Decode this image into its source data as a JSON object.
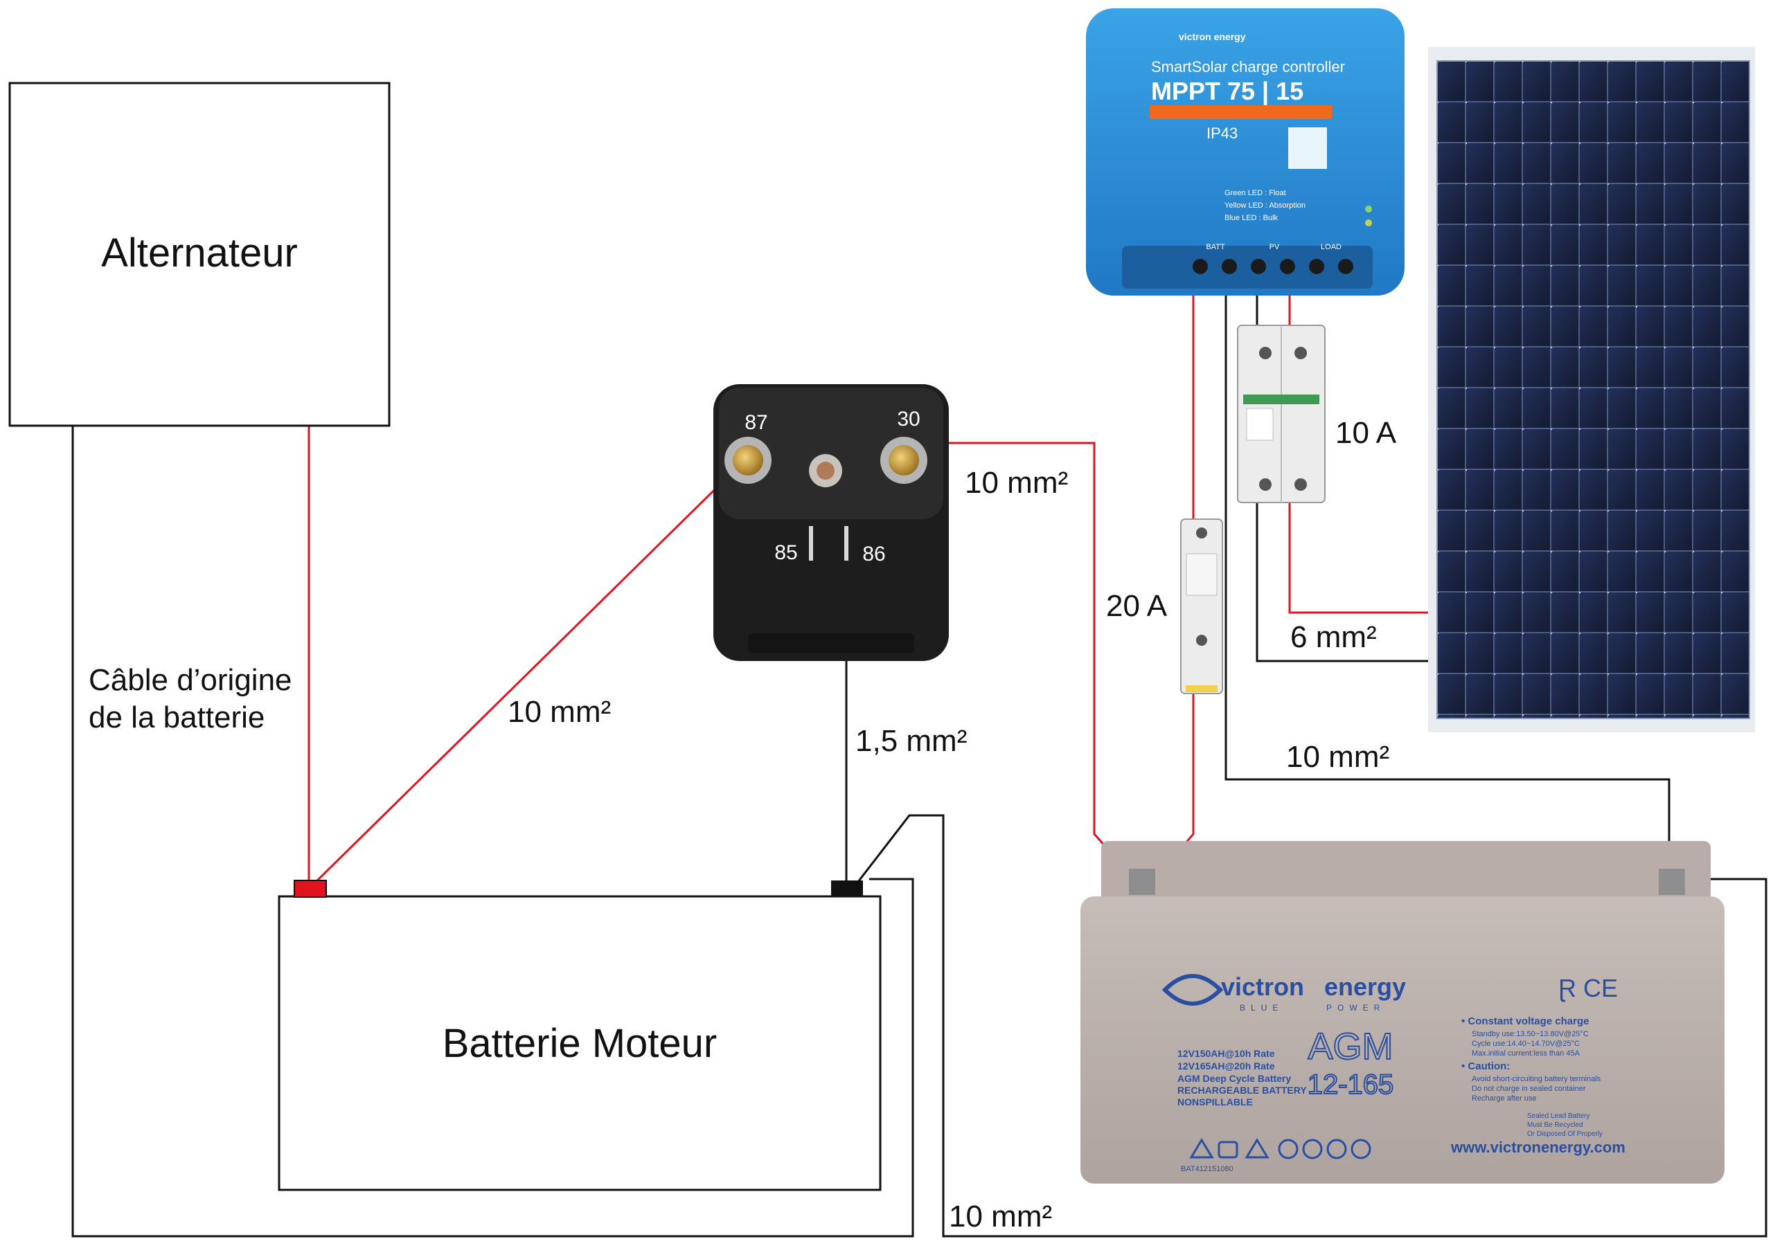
{
  "boxes": {
    "alternator": "Alternateur",
    "engine_battery": "Batterie Moteur"
  },
  "relay": {
    "terminal_87": "87",
    "terminal_30": "30",
    "terminal_85": "85",
    "terminal_86": "86"
  },
  "cables": {
    "relay_30_to_agm": "10 mm²",
    "relay_87_to_engine": "10 mm²",
    "relay_86_to_ground": "1,5 mm²",
    "origin_cable_line1": "Câble d’origine",
    "origin_cable_line2": "de la batterie",
    "ground_return": "10 mm²",
    "controller_to_panel": "6 mm²",
    "controller_neg_to_agm": "10 mm²"
  },
  "breakers": {
    "pv_breaker": "10 A",
    "battery_fuse": "20 A"
  },
  "controller": {
    "brand": "victron energy",
    "subtitle": "SmartSolar charge controller",
    "model": "MPPT 75 | 15",
    "ip": "IP43",
    "led_green": "Green LED : Float",
    "led_yellow": "Yellow LED : Absorption",
    "led_blue": "Blue LED : Bulk",
    "port_batt": "BATT",
    "port_pv": "PV",
    "port_load": "LOAD"
  },
  "agm_battery": {
    "brand_left": "victron",
    "brand_right": "energy",
    "tagline_left": "BLUE",
    "tagline_right": "POWER",
    "spec_1": "12V150AH@10h Rate",
    "spec_2": "12V165AH@20h Rate",
    "spec_3": "AGM Deep Cycle Battery",
    "spec_4": "RECHARGEABLE BATTERY",
    "spec_5": "NONSPILLABLE",
    "model_1": "AGM",
    "model_2": "12-165",
    "charge_title": "• Constant voltage charge",
    "charge_1": "Standby use:13.50~13.80V@25°C",
    "charge_2": "Cycle use:14.40~14.70V@25°C",
    "charge_3": "Max.initial current:less than 45A",
    "caution_title": "• Caution:",
    "caution_1": "Avoid short-circuiting battery terminals",
    "caution_2": "Do not charge in sealed container",
    "caution_3": "Recharge after use",
    "recycle_1": "Sealed Lead Battery",
    "recycle_2": "Must Be Recycled",
    "recycle_3": "Or Disposed Of Properly",
    "website": "www.victronenergy.com",
    "serial": "BAT412151080"
  },
  "colors": {
    "positive_wire": "#e0141e",
    "negative_wire": "#111111",
    "controller_blue": "#2b8fd6",
    "panel_cell": "#1b2440",
    "battery_grey": "#b9aeaa"
  }
}
